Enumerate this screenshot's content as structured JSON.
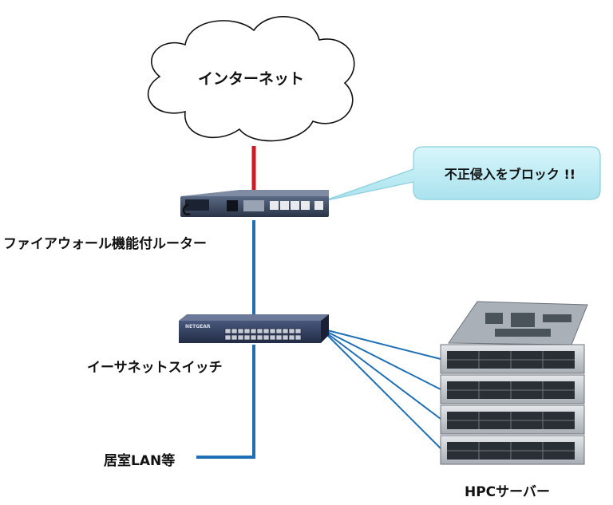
{
  "internet": {
    "label": "インターネット"
  },
  "router": {
    "label": "ファイアウォール機能付ルーター",
    "callout": "不正侵入をブロック !!"
  },
  "switch": {
    "label": "イーサネットスイッチ",
    "brand": "NETGEAR"
  },
  "lan": {
    "label": "居室LAN等"
  },
  "servers": {
    "label": "HPCサーバー",
    "count": 4
  },
  "colors": {
    "internet_link": "#cc1b22",
    "lan_link": "#1f6fb5",
    "callout_fill": "#b9ecf4",
    "callout_stroke": "#8ccfdc",
    "switch_body": "#2e3b5c",
    "server_body": "#c9cdd2"
  }
}
